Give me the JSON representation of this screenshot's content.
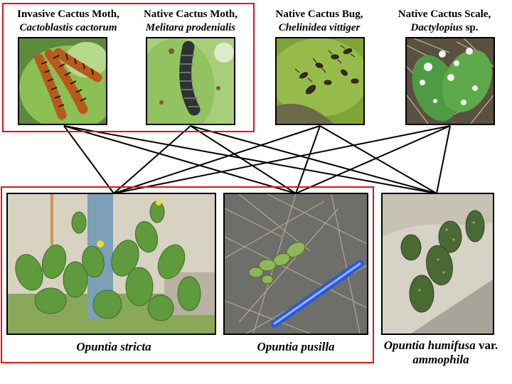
{
  "insects": [
    {
      "common": "Invasive Cactus Moth,",
      "scientific": "Cactoblastis cactorum",
      "suffix": ""
    },
    {
      "common": "Native Cactus Moth,",
      "scientific": "Melitara prodenialis",
      "suffix": ""
    },
    {
      "common": "Native Cactus Bug,",
      "scientific": "Chelinidea vittiger",
      "suffix": ""
    },
    {
      "common": "Native Cactus Scale,",
      "scientific": "Dactylopius",
      "suffix": " sp."
    }
  ],
  "plants": [
    {
      "scientific": "Opuntia stricta",
      "suffix": "",
      "line2": ""
    },
    {
      "scientific": "Opuntia pusilla",
      "suffix": "",
      "line2": ""
    },
    {
      "scientific": "Opuntia humifusa",
      "suffix": " var.",
      "line2": "ammophila"
    }
  ],
  "links": [
    [
      0,
      0
    ],
    [
      0,
      1
    ],
    [
      0,
      2
    ],
    [
      1,
      0
    ],
    [
      1,
      1
    ],
    [
      1,
      2
    ],
    [
      2,
      0
    ],
    [
      2,
      1
    ],
    [
      2,
      2
    ],
    [
      3,
      0
    ],
    [
      3,
      1
    ],
    [
      3,
      2
    ]
  ],
  "colors": {
    "highlight": "#e0131a",
    "line": "#000000",
    "cactus_green": "#6aa83a",
    "background": "#ffffff"
  },
  "photo_subjects": [
    "orange-striped-caterpillars-on-pad",
    "dark-grey-caterpillar-on-pad",
    "bugs-on-green-pad",
    "white-scale-on-cactus",
    "prickly-pear-clump-with-pole",
    "small-cactus-on-pine-needles-with-blue-pen",
    "spiny-cactus-on-sand"
  ]
}
